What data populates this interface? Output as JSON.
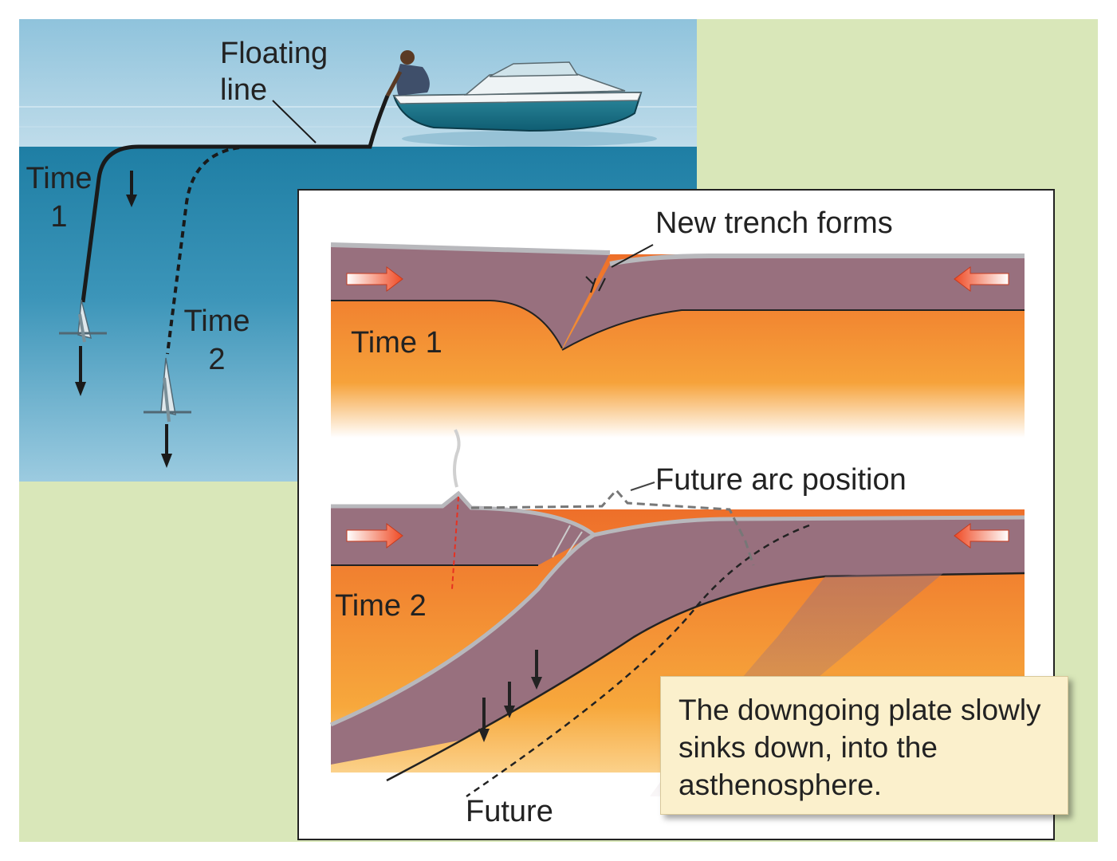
{
  "analogy": {
    "floating_line_label": "Floating\nline",
    "time1_label": "Time\n1",
    "time2_label": "Time\n2"
  },
  "cross_section": {
    "new_trench_label": "New trench forms",
    "time1_label": "Time 1",
    "future_arc_label": "Future arc position",
    "time2_label": "Time 2",
    "future_label": "Future"
  },
  "caption": "The downgoing plate slowly sinks down, into the asthenosphere.",
  "colors": {
    "sky": "#a9cfe3",
    "water": "#2f8aac",
    "lithosphere": "#98707e",
    "asthenosphere": "#ef7a2e",
    "background": "#d9e7b9",
    "caption_bg": "#fbf0cc"
  }
}
